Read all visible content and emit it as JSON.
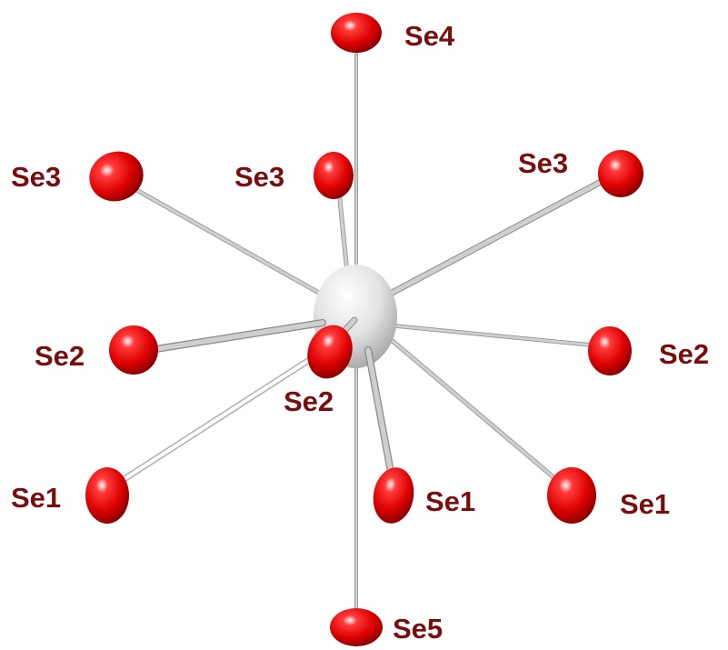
{
  "diagram": {
    "central_atom": {
      "element": "",
      "color": "#e4e4e4"
    },
    "ligand_color": "#e00000",
    "label_color": "#7a0d0d",
    "labels": {
      "se4": "Se4",
      "se3_left": "Se3",
      "se3_center": "Se3",
      "se3_right": "Se3",
      "se2_left": "Se2",
      "se2_center": "Se2",
      "se2_right": "Se2",
      "se1_left": "Se1",
      "se1_center": "Se1",
      "se1_right": "Se1",
      "se5": "Se5"
    }
  }
}
